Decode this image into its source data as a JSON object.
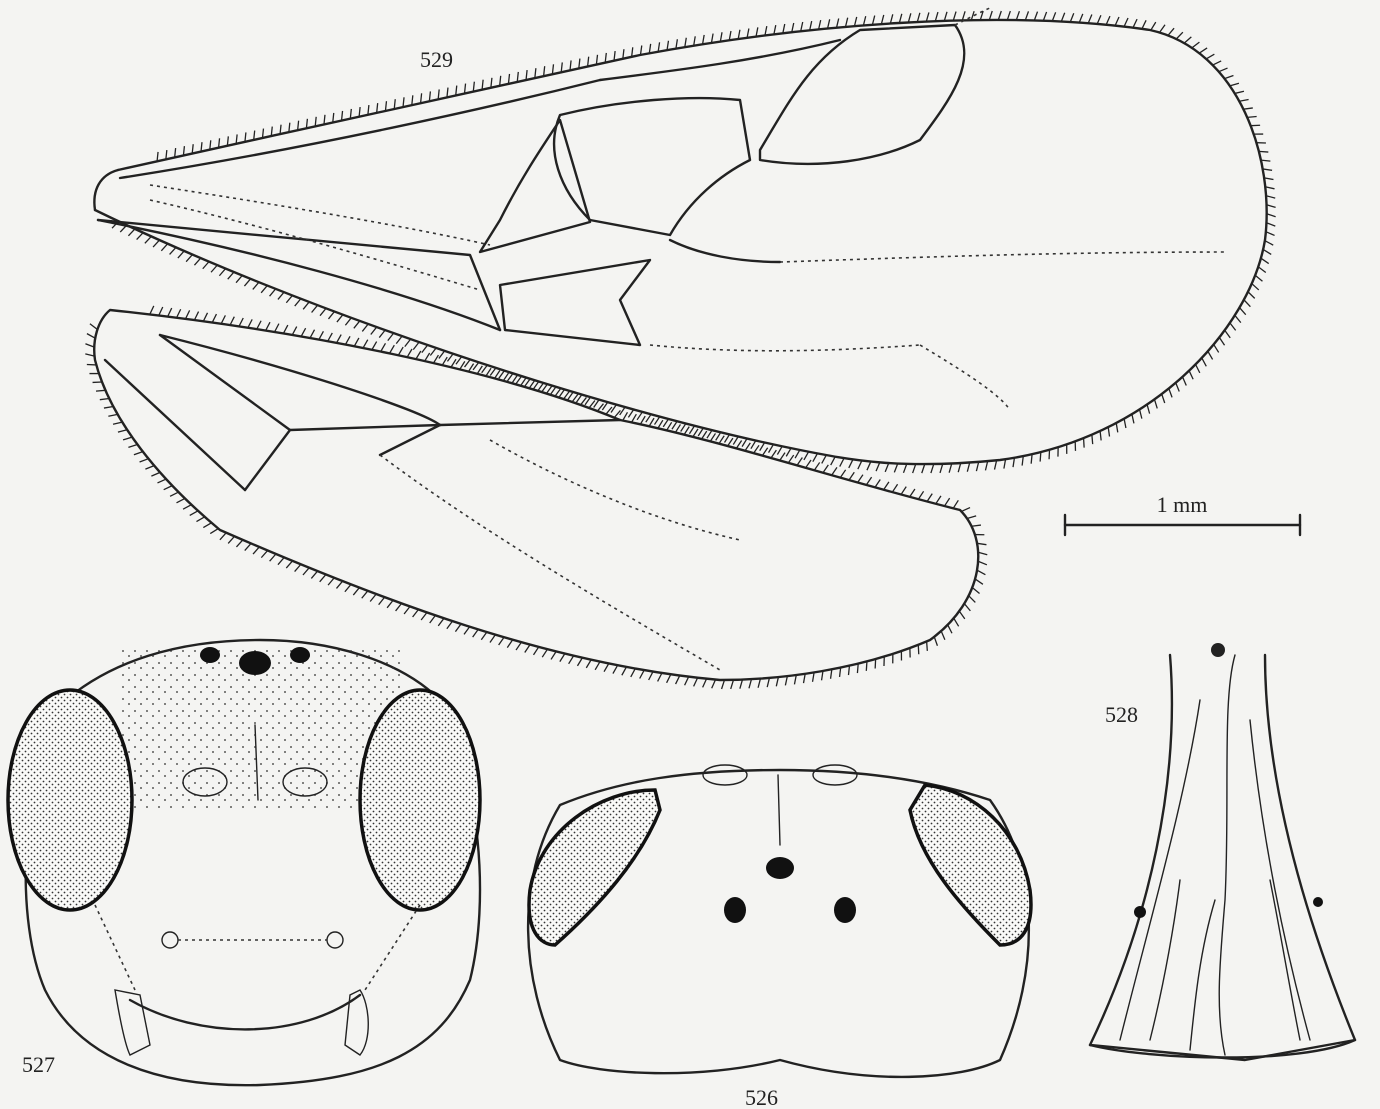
{
  "figure": {
    "labels": {
      "fig_526": "526",
      "fig_527": "527",
      "fig_528": "528",
      "fig_529": "529"
    },
    "scale_bar": {
      "label": "1 mm"
    }
  }
}
